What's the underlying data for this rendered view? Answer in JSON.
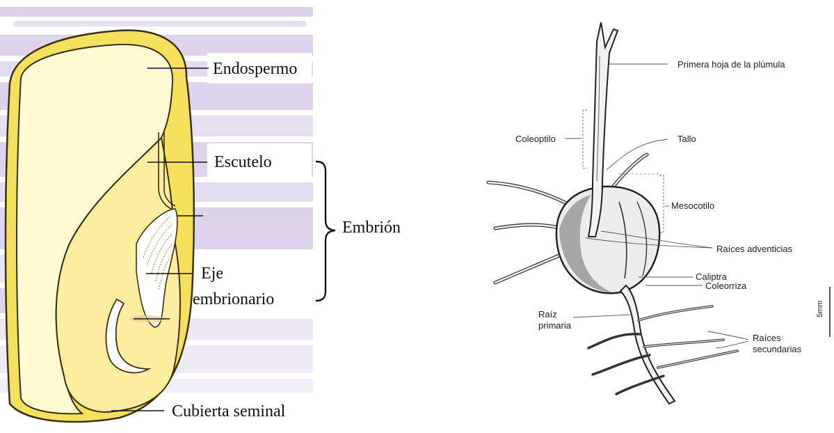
{
  "left_panel": {
    "labels": {
      "endosperm": "Endospermo",
      "scutellum": "Escutelo",
      "embryo": "Embrión",
      "axis_line1": "Eje",
      "axis_line2": "embrionario",
      "seed_coat": "Cubierta seminal"
    },
    "colors": {
      "seed_outline": "#3a2f10",
      "seed_coat": "#f4e05c",
      "endosperm": "#fff9d4",
      "embryo": "#fbeca0",
      "background_bands": "#ddd3ec"
    }
  },
  "right_panel": {
    "labels": {
      "first_leaf": "Primera hoja de la plúmula",
      "coleoptile": "Coleoptilo",
      "stem": "Tallo",
      "mesocotyl": "Mesocotilo",
      "adventitious_roots": "Raíces adventicias",
      "calyptra": "Caliptra",
      "coleorhiza": "Coleorriza",
      "primary_root_line1": "Raíz",
      "primary_root_line2": "primaria",
      "secondary_roots_line1": "Raíces",
      "secondary_roots_line2": "secundarias",
      "scale": "5mm"
    },
    "colors": {
      "sketch_stroke": "#333333",
      "sketch_fill": "#f2f2f2",
      "seed_shade": "#9a9a9a"
    }
  }
}
